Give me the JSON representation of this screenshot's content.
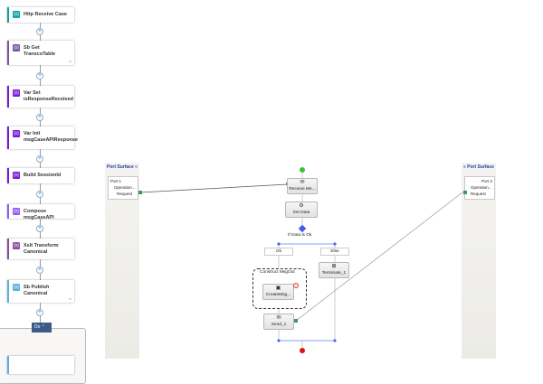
{
  "logic_app": {
    "steps": [
      {
        "title": "Http Receive Case",
        "color": "#0aa3a6",
        "icon": "http-icon"
      },
      {
        "title": "Sb Get TranscoTable",
        "color": "#7a52a8",
        "icon": "service-bus-icon"
      },
      {
        "title": "Var Set isResponseReceived",
        "color": "#7b18d6",
        "icon": "variable-icon"
      },
      {
        "title": "Var Init msgCaseAPIResponse",
        "color": "#7b18d6",
        "icon": "variable-icon"
      },
      {
        "title": "Build SessionId",
        "color": "#7b18d6",
        "icon": "variable-icon"
      },
      {
        "title": "Compose msgCaseAPI",
        "color": "#8c5ef5",
        "icon": "compose-icon"
      },
      {
        "title": "Xslt Transform Canonical",
        "color": "#8a4aa4",
        "icon": "xslt-icon"
      },
      {
        "title": "Sb Publish Canonical",
        "color": "#5bb0e0",
        "icon": "service-bus-icon"
      }
    ],
    "do_label": "Do"
  },
  "orchestration": {
    "left_port_surface": {
      "title": "Port Surface",
      "port": "Port 1",
      "operation": "Operation...",
      "message": "Request"
    },
    "right_port_surface": {
      "title": "Port Surface",
      "port": "Port 2",
      "operation": "Operation...",
      "message": "Request"
    },
    "shapes": {
      "receive": "Receive Me...",
      "set_data": "Set Data",
      "decide": "If Data is Ok",
      "branch_ok": "Ok",
      "branch_else": "Else",
      "construct": "Construct MsgOut",
      "create": "CreateMsg...",
      "terminate": "Terminate_1",
      "send": "Send_1"
    }
  }
}
